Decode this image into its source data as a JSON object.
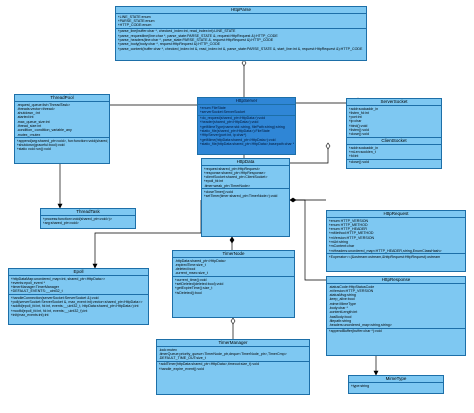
{
  "classes": {
    "httpparse": {
      "title": "HttpParse",
      "sections": [
        [
          "+LINE_STATE:enum",
          "+PARSE_STATE:enum",
          "+HTTP_CODE:enum"
        ],
        [
          "+parse_line(buffer:char *, checked_index:int, read_index:int):LINE_STATE",
          "+parse_requestline(line:char *, parse_state:PARSE_STATE &, request:HttpRequest &):HTTP_CODE",
          "+parse_headers(line:char *, parse_state:PARSE_STATE &, request:HttpRequest &):HTTP_CODE",
          "+parse_body(body:char *, request:HttpRequest &):HTTP_CODE",
          "+parse_content(buffer:char *, checked_index:int &, read_index:int &, parse_state:PARSE_STATE &, start_line:int &, request:HttpRequest &):HTTP_CODE"
        ]
      ]
    },
    "threadpool": {
      "title": "ThreadPool",
      "sections": [
        [
          "-request_queue:list<ThreadTask>",
          "-threads:vector<thread>",
          "-shutdown_:int",
          "-started:int",
          "-max_queue_size:int",
          "-thread_size:int",
          "-condition_:condition_variable_any",
          "-mutex_:mutex"
        ],
        [
          "+append(arg:shared_ptr<void>, fun:function<void(shared_ptr<void>)>):bool",
          "+shutdown(graceful:bool):void",
          "+static void run():void"
        ]
      ]
    },
    "threadtask": {
      "title": "ThreadTask",
      "sections": [
        [
          "+process:function<void(shared_ptr<void>)>",
          "+arg:shared_ptr<void>"
        ]
      ]
    },
    "epoll": {
      "title": "Epoll",
      "sections": [
        [
          "+httpDataMap:unordered_map<int, shared_ptr<HttpData>>",
          "+events:epoll_event *",
          "+timerManager:TimerManager",
          "+DEFAULT_EVENTS:__uint32_t"
        ],
        [
          "+handleConnection(serverSocket:ServerSocket &):void",
          "+poll(serverSocket:ServerSocket &, max_event:int):vector<shared_ptr<HttpData>>",
          "+addfd(epoll_fd:int, fd:int, events:__uint32_t, httpData:shared_ptr<HttpData>):int",
          "+modfd(epoll_fd:int, fd:int, events:__uint32_t):int",
          "+init(max_events:int):int"
        ]
      ]
    },
    "httpserver": {
      "title": "HttpServer",
      "sections": [
        [
          "+enum FileState",
          "+serverSocket:ServerSocket"
        ],
        [
          "+do_request(shared_ptr<HttpData>):void",
          "+header(shared_ptr<HttpData>):void",
          "+getMimeType(name:std::string, filePath:string):string",
          "+static_file(shared_ptr<HttpData>):FileState",
          "+HttpServer(port:int, ip:char*)",
          "+getMime(httpData:shared_ptr<HttpData>):void",
          "+static_file(httpData:shared_ptr<HttpData>,basepath:char *):FileState"
        ]
      ]
    },
    "serversocket": {
      "title": "ServerSocket",
      "sections": [
        [
          "+addr:sockaddr_in",
          "+listen_fd:int",
          "+port:int",
          "+ip:char",
          "+bind():void",
          "+listen():void",
          "+close():void",
          "+accept(&clientSocket:ClientSocket):int"
        ]
      ]
    },
    "clientsocket": {
      "title": "ClientSocket",
      "sections": [
        [
          "+addr:sockaddr_in",
          "+mLen:socklen_t",
          "+fd:int"
        ],
        [
          "+close():void"
        ]
      ]
    },
    "httpdata": {
      "title": "HttpData",
      "sections": [
        [
          "+request:shared_ptr<HttpRequest>",
          "+response:shared_ptr<HttpResponse>",
          "+clientSocket:shared_ptr<ClientSocket>",
          "+epoll_fd:int",
          "-timer:weak_ptr<TimerNode>"
        ],
        [
          "+closeTimer():void",
          "+setTimer(timer:shared_ptr<TimerNode>):void"
        ]
      ]
    },
    "timernode": {
      "title": "TimerNode",
      "sections": [
        [
          "-httpData:shared_ptr<HttpData>",
          "-expiredTime:size_t",
          "-deleted:bool",
          "-current_msec:size_t"
        ],
        [
          "+current_time():void",
          "+setDeleted(deleted:bool):void",
          "+getExpireTime():size_t",
          "+isDeleted():bool"
        ]
      ]
    },
    "httprequest": {
      "title": "HttpRequest",
      "sections": [
        [
          "+enum HTTP_VERSION",
          "+enum HTTP_METHOD",
          "+enum HTTP_HEADER",
          "+mMethod:HTTP_METHOD",
          "+mVersion:HTTP_VERSION",
          "+mUri:string",
          "+mContent:char",
          "+mHeaders:unordered_map<HTTP_HEADER,string,EnumClassHash>"
        ],
        [
          "+Eoperator<<(&ostream:ostream,&httpRequest:HttpRequest):ostream"
        ]
      ]
    },
    "httpresponse": {
      "title": "HttpResponse",
      "sections": [
        [
          "-statusCode:HttpStatusCode",
          "-mVersion:HTTP_VERSION",
          "-statusMsg:string",
          "-keep_alive:bool",
          "-mime:MimeType",
          "-body:char *",
          "-contentLength:int",
          "-hasBody:bool",
          "-filepath:string",
          "-headers:unordered_map<string,string>"
        ],
        [
          "+appendBuffer(buffer:char *):void"
        ]
      ]
    },
    "timermanager": {
      "title": "TimerManager",
      "sections": [
        [
          "-lock:mutex",
          "-timerQueue:priority_queue<TimerNode_ptr,deque<TimerNode_ptr>,TimerCmp>",
          "-DEFAULT_TIME_OUT:size_t"
        ],
        [
          "+addTimer(httpData:shared_ptr<HttpData>,timeout:size_t):void",
          "+handle_expire_event():void"
        ]
      ]
    },
    "mimetype": {
      "title": "MimeType",
      "sections": [
        [
          "+type:string"
        ]
      ]
    }
  }
}
